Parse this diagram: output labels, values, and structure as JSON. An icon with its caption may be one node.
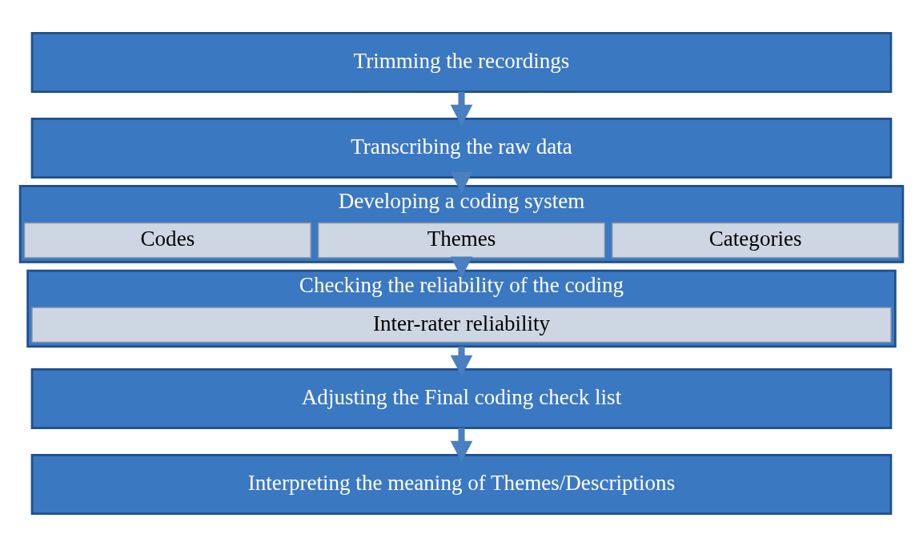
{
  "diagram": {
    "nodes": [
      {
        "text": [
          "Trimming the recordings"
        ]
      },
      {
        "text": [
          "Transcribing the raw data"
        ]
      },
      {
        "text": [
          "Developing a coding system"
        ]
      },
      {
        "text": [
          "Codes"
        ],
        "in": 2
      },
      {
        "text": [
          "Themes"
        ],
        "in": 2
      },
      {
        "text": [
          "Categories"
        ],
        "in": 2
      },
      {
        "text": [
          "Checking the reliability of the coding"
        ]
      },
      {
        "text": [
          "Inter-rater reliability"
        ],
        "in": 6
      },
      {
        "text": [
          "Adjusting the Final coding check list"
        ]
      },
      {
        "text": [
          "Interpreting the meaning of Themes/Descriptions"
        ]
      }
    ],
    "edges": [
      {
        "from": 0,
        "to": 1,
        "arrow": "to"
      },
      {
        "from": 1,
        "to": 2,
        "arrow": "to"
      },
      {
        "from": 2,
        "to": 6,
        "arrow": "to"
      },
      {
        "from": 6,
        "to": 8,
        "arrow": "to"
      },
      {
        "from": 8,
        "to": 9,
        "arrow": "to"
      }
    ]
  }
}
